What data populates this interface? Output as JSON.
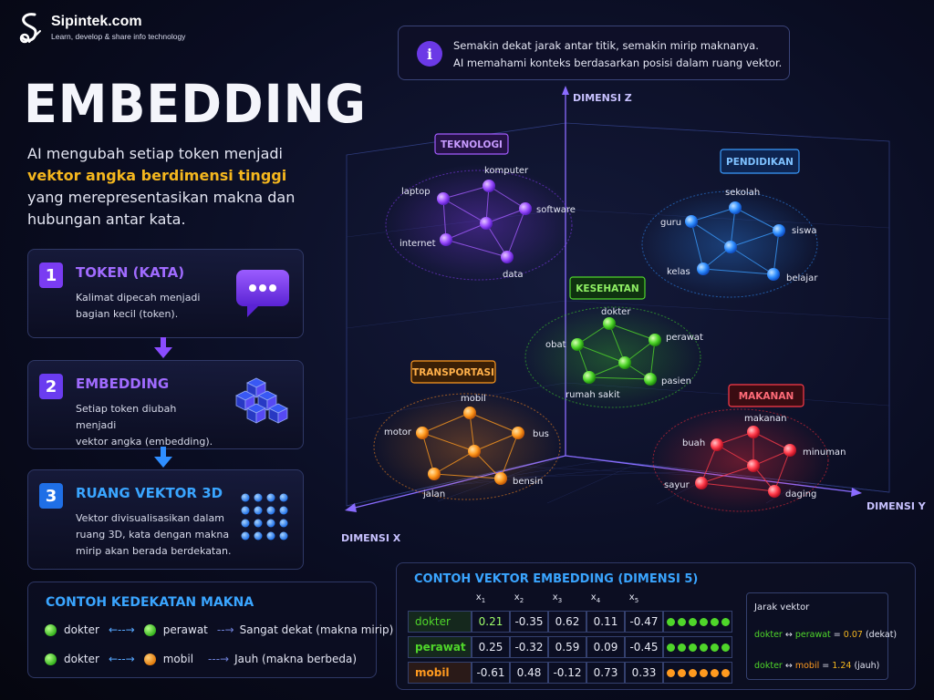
{
  "brand": {
    "name": "Sipintek.com",
    "tagline": "Learn, develop & share info technology"
  },
  "title": "EMBEDDING",
  "intro": {
    "line1": "AI mengubah setiap token menjadi",
    "highlight": "vektor angka berdimensi tinggi",
    "line3": "yang merepresentasikan makna dan",
    "line4": "hubungan antar kata."
  },
  "steps": [
    {
      "num": "1",
      "title": "TOKEN (KATA)",
      "desc1": "Kalimat dipecah menjadi",
      "desc2": "bagian kecil (token).",
      "desc3": "",
      "color": "#7a3cf2",
      "title_color": "#a06bff",
      "icon": "chat-bubble-icon"
    },
    {
      "num": "2",
      "title": "EMBEDDING",
      "desc1": "Setiap token diubah menjadi",
      "desc2": "vektor angka (embedding).",
      "desc3": "",
      "color": "#6a3cf0",
      "title_color": "#a06bff",
      "icon": "cubes-icon"
    },
    {
      "num": "3",
      "title": "RUANG VEKTOR 3D",
      "desc1": "Vektor divisualisasikan dalam",
      "desc2": "ruang 3D, kata dengan makna",
      "desc3": "mirip akan berada berdekatan.",
      "color": "#1f6fe6",
      "title_color": "#3aa5ff",
      "icon": "dot-grid-icon"
    }
  ],
  "proximity": {
    "title": "CONTOH KEDEKATAN MAKNA",
    "rows": [
      {
        "a": "dokter",
        "b": "perawat",
        "note": "Sangat dekat (makna mirip)"
      },
      {
        "a": "dokter",
        "b": "mobil",
        "note": "Jauh (makna berbeda)"
      }
    ]
  },
  "info": {
    "icon": "i",
    "line1": "Semakin dekat jarak antar titik, semakin mirip maknanya.",
    "line2": "AI memahami konteks berdasarkan posisi dalam ruang vektor."
  },
  "axes": {
    "z": "DIMENSI Z",
    "x": "DIMENSI X",
    "y": "DIMENSI Y"
  },
  "clusters": [
    {
      "name": "TEKNOLOGI",
      "color": "#a35cff",
      "words": [
        "komputer",
        "laptop",
        "software",
        "internet",
        "data"
      ]
    },
    {
      "name": "PENDIDIKAN",
      "color": "#3a9cff",
      "words": [
        "sekolah",
        "guru",
        "siswa",
        "kelas",
        "belajar"
      ]
    },
    {
      "name": "KESEHATAN",
      "color": "#4fd62a",
      "words": [
        "dokter",
        "obat",
        "perawat",
        "rumah sakit",
        "pasien"
      ]
    },
    {
      "name": "TRANSPORTASI",
      "color": "#ff9a1f",
      "words": [
        "mobil",
        "motor",
        "bus",
        "jalan",
        "bensin"
      ]
    },
    {
      "name": "MAKANAN",
      "color": "#ff3b4a",
      "words": [
        "makanan",
        "buah",
        "minuman",
        "sayur",
        "daging"
      ]
    }
  ],
  "vectors": {
    "title": "CONTOH VEKTOR EMBEDDING (DIMENSI 5)",
    "headers": [
      "x",
      "x",
      "x",
      "x",
      "x"
    ],
    "header_subs": [
      "1",
      "2",
      "3",
      "4",
      "5"
    ],
    "rows": [
      {
        "label": "dokter",
        "values": [
          "0.21",
          "-0.35",
          "0.62",
          "0.11",
          "-0.47"
        ],
        "color": "#4fd62a"
      },
      {
        "label": "perawat",
        "values": [
          "0.25",
          "-0.32",
          "0.59",
          "0.09",
          "-0.45"
        ],
        "color": "#4fd62a"
      },
      {
        "label": "mobil",
        "values": [
          "-0.61",
          "0.48",
          "-0.12",
          "0.73",
          "0.33"
        ],
        "color": "#ff9a1f"
      }
    ],
    "distance": {
      "title": "Jarak vektor",
      "rows": [
        {
          "a": "dokter",
          "b": "perawat",
          "value": "0.07",
          "note": "(dekat)",
          "a_color": "#4fd62a",
          "b_color": "#4fd62a",
          "value_color": "#f5b71e"
        },
        {
          "a": "dokter",
          "b": "mobil",
          "value": "1.24",
          "note": "(jauh)",
          "a_color": "#4fd62a",
          "b_color": "#ff9a1f",
          "value_color": "#f5b71e"
        }
      ]
    }
  }
}
